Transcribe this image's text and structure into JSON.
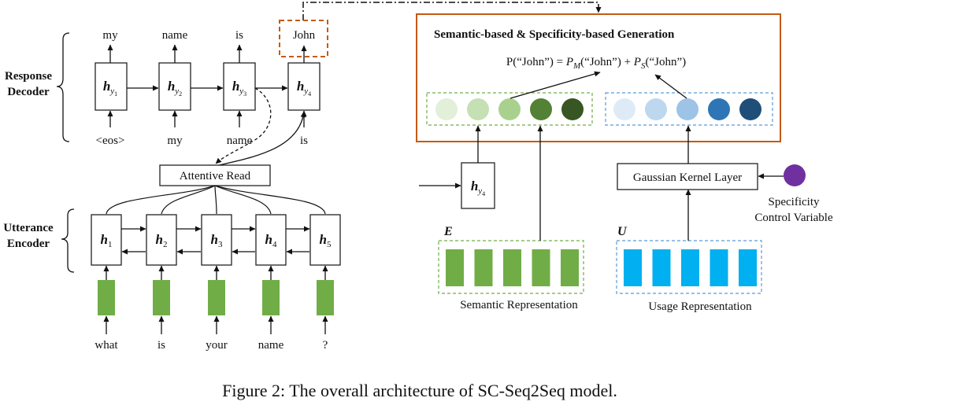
{
  "figure": {
    "caption": "Figure 2: The overall architecture of SC-Seq2Seq model."
  },
  "decoder": {
    "label_line1": "Response",
    "label_line2": "Decoder",
    "outputs": [
      "my",
      "name",
      "is",
      "John"
    ],
    "inputs": [
      "<eos>",
      "my",
      "name",
      "is"
    ],
    "hidden_symbol": "h",
    "hidden_subscripts": [
      "y1",
      "y2",
      "y3",
      "y4"
    ]
  },
  "attention": {
    "label": "Attentive Read"
  },
  "encoder": {
    "label_line1": "Utterance",
    "label_line2": "Encoder",
    "hidden_symbol": "h",
    "hidden_subscripts": [
      "1",
      "2",
      "3",
      "4",
      "5"
    ],
    "words": [
      "what",
      "is",
      "your",
      "name",
      "?"
    ]
  },
  "generation": {
    "title": "Semantic-based & Specificity-based Generation",
    "formula": {
      "lhs": "P(“John”) = ",
      "pm_var": "P",
      "pm_sub": "M",
      "pm_arg": "(“John”) + ",
      "ps_var": "P",
      "ps_sub": "S",
      "ps_arg": "(“John”)"
    },
    "green_circle_colors": [
      "#e2efd9",
      "#c5e0b3",
      "#a9d18e",
      "#538135",
      "#375623"
    ],
    "blue_circle_colors": [
      "#deebf7",
      "#bdd7ee",
      "#9dc3e6",
      "#2e75b6",
      "#1f4e79"
    ],
    "frame_color": "#c55a11"
  },
  "middle": {
    "hidden_symbol": "h",
    "hidden_subscript": "y4"
  },
  "kernel": {
    "label": "Gaussian Kernel Layer",
    "control_label_line1": "Specificity",
    "control_label_line2": "Control Variable",
    "control_color": "#7030a0"
  },
  "semantic": {
    "matrix_symbol": "E",
    "label": "Semantic Representation",
    "bar_color": "#70ad47",
    "bar_count": 5
  },
  "usage": {
    "matrix_symbol": "U",
    "label": "Usage Representation",
    "bar_color": "#00b0f0",
    "bar_count": 5
  }
}
